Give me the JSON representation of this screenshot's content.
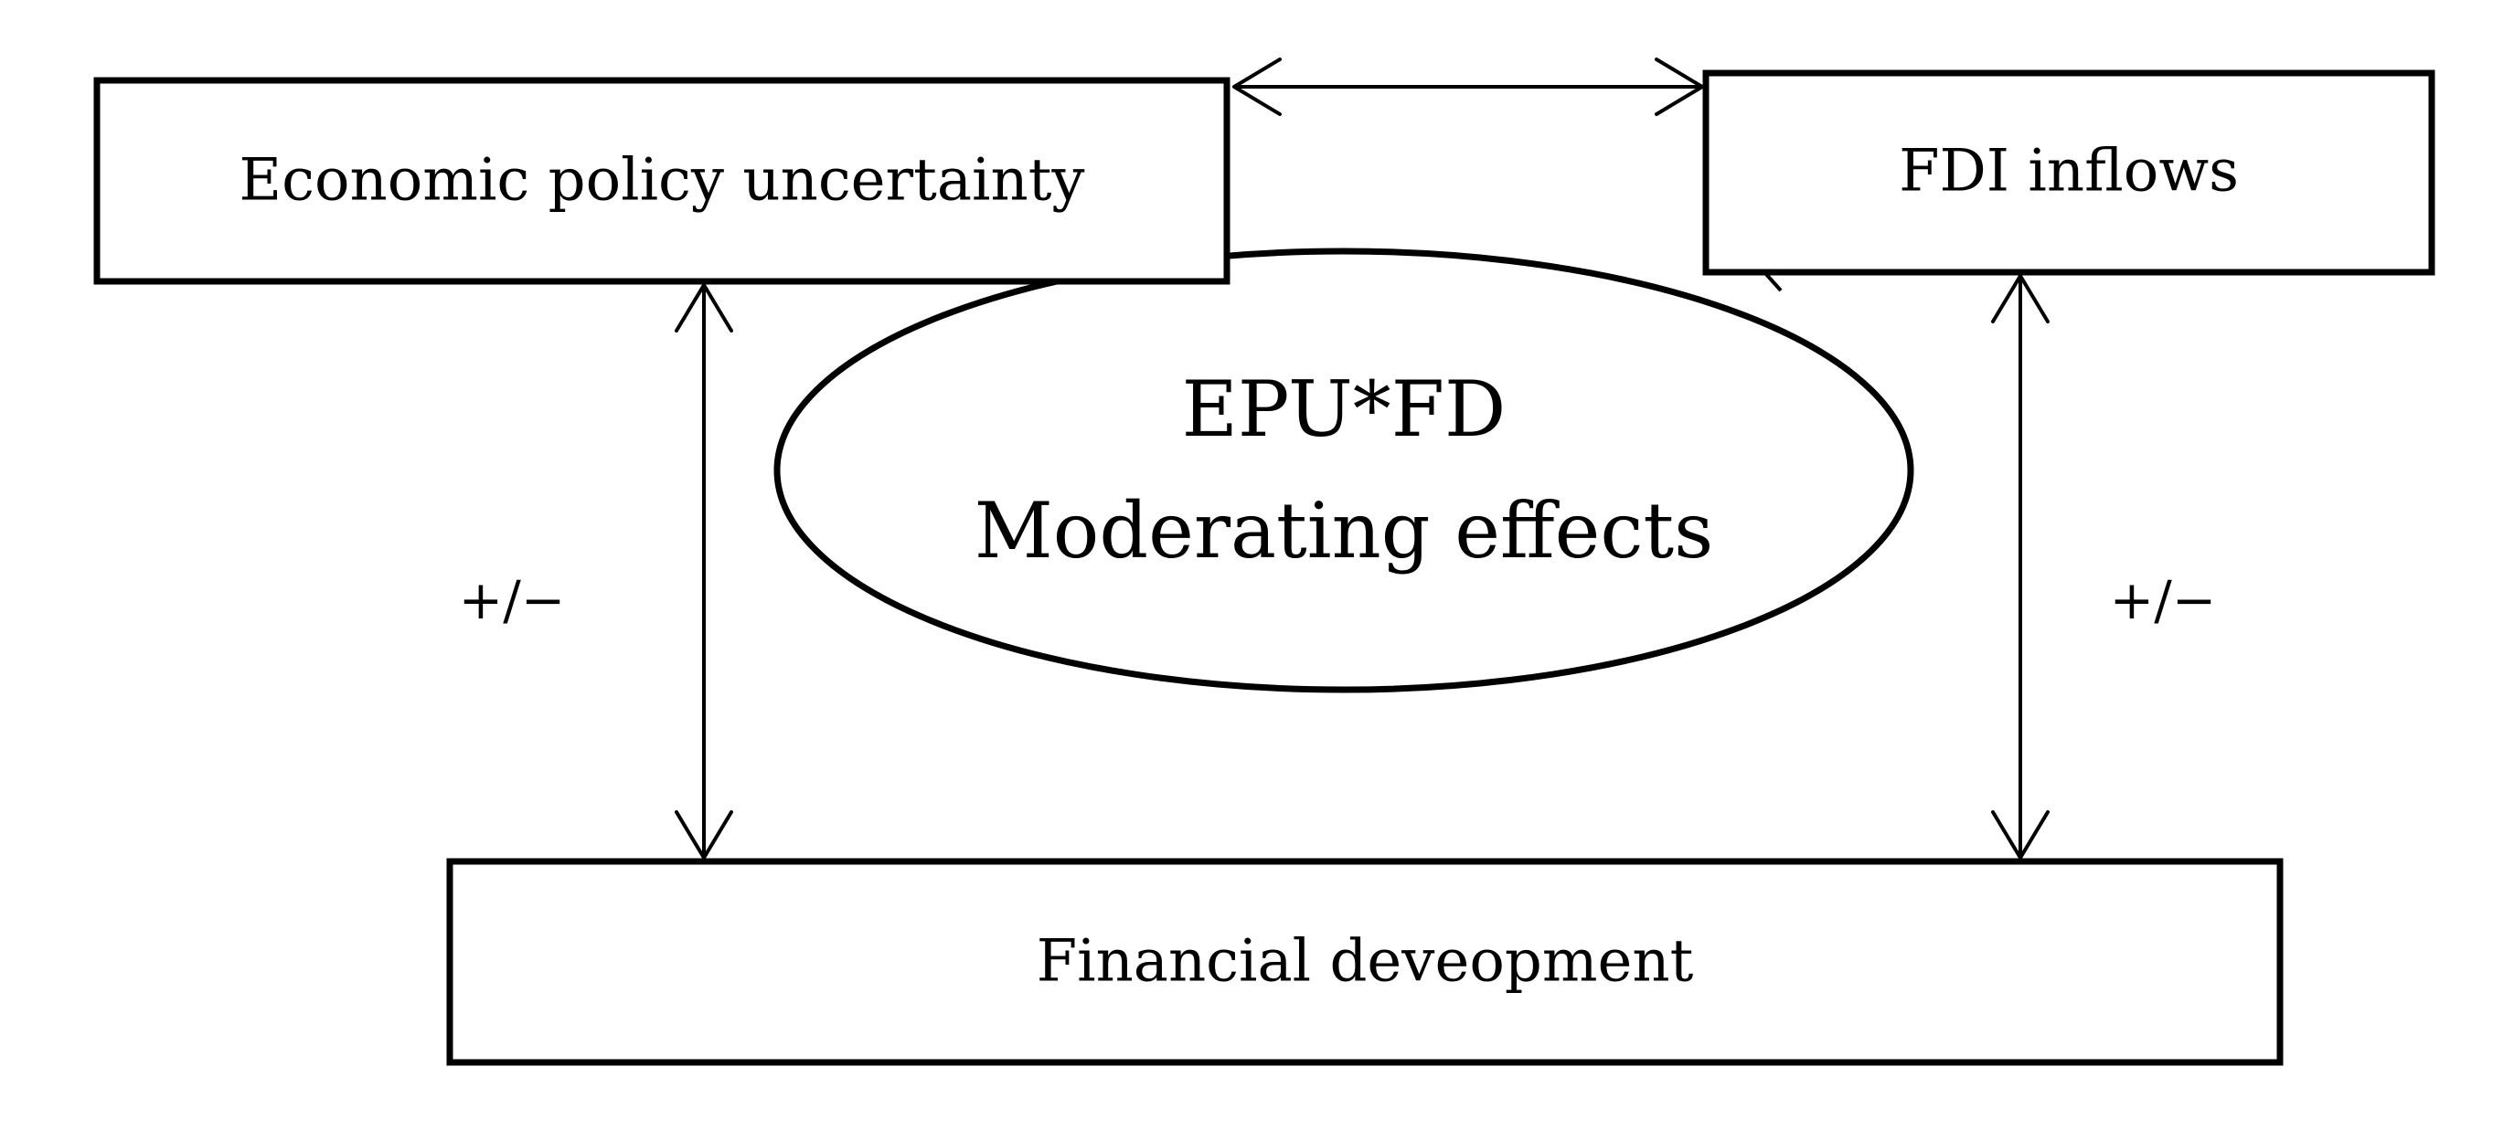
{
  "boxes": {
    "epu": "Economic policy uncertainty",
    "fdi": "FDI inflows",
    "fd": "Financial deveopment"
  },
  "moderator": {
    "line1": "EPU*FD",
    "line2": "Moderating effects"
  },
  "relations": {
    "left_sign": "+/−",
    "right_sign": "+/−"
  }
}
